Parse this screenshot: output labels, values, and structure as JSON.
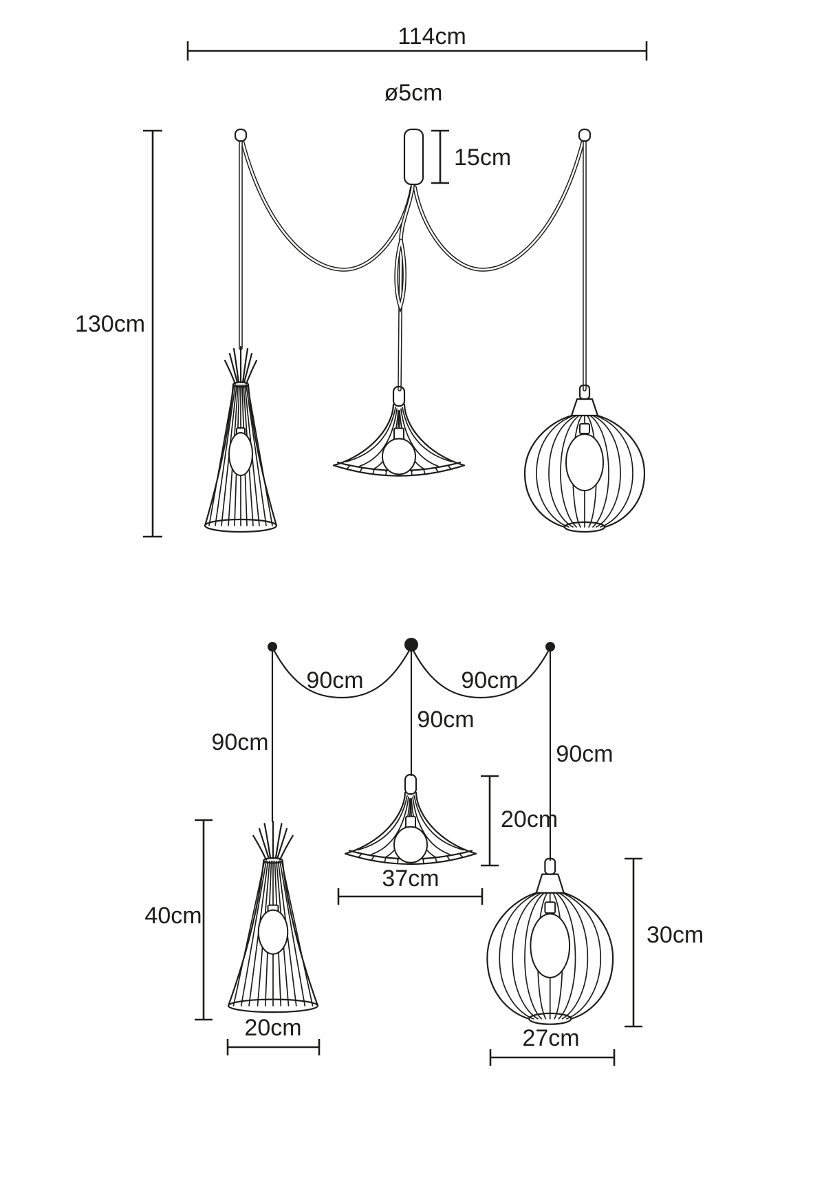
{
  "diagram": {
    "type": "technical-dimension-drawing",
    "subject": "3-light spider pendant chandelier",
    "line_color": "#1d1d1b",
    "background_color": "#ffffff"
  },
  "front_view": {
    "overall_width": "114cm",
    "canopy_diameter": "ø5cm",
    "canopy_length": "15cm",
    "overall_height": "130cm"
  },
  "layout_view": {
    "swag_left": "90cm",
    "swag_right": "90cm",
    "cord_left": "90cm",
    "cord_center": "90cm",
    "cord_right": "90cm",
    "shade_left": {
      "height": "40cm",
      "width": "20cm"
    },
    "shade_center": {
      "height": "20cm",
      "width": "37cm"
    },
    "shade_right": {
      "height": "30cm",
      "width": "27cm"
    }
  }
}
